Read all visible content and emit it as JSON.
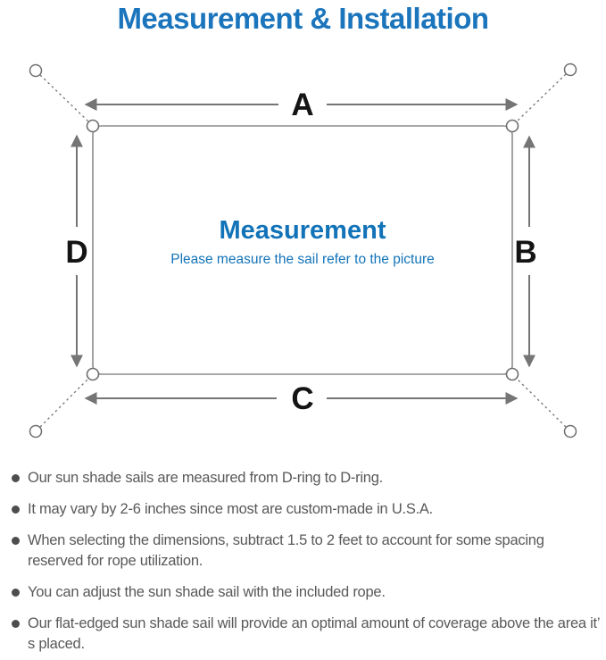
{
  "page_title": "Measurement & Installation",
  "diagram": {
    "dimension_labels": {
      "top": "A",
      "right": "B",
      "bottom": "C",
      "left": "D"
    },
    "center_heading": "Measurement",
    "center_caption": "Please measure the sail refer to the picture"
  },
  "bullets": [
    "Our sun shade sails are measured from D-ring to D-ring.",
    "It may vary by 2-6 inches since most are custom-made in U.S.A.",
    "When selecting the dimensions, subtract 1.5 to 2 feet to account for some spacing reserved for rope utilization.",
    "You can adjust the sun shade sail with the included rope.",
    "Our flat-edged sun shade sail will provide an optimal amount of coverage above the area it’ s placed."
  ],
  "colors": {
    "title_blue": "#1b75bc",
    "center_blue": "#1273b8",
    "line_gray": "#7a7a7a",
    "outline_gray": "#8c8c8c",
    "label_black": "#141414",
    "body_text_gray": "#595959"
  }
}
